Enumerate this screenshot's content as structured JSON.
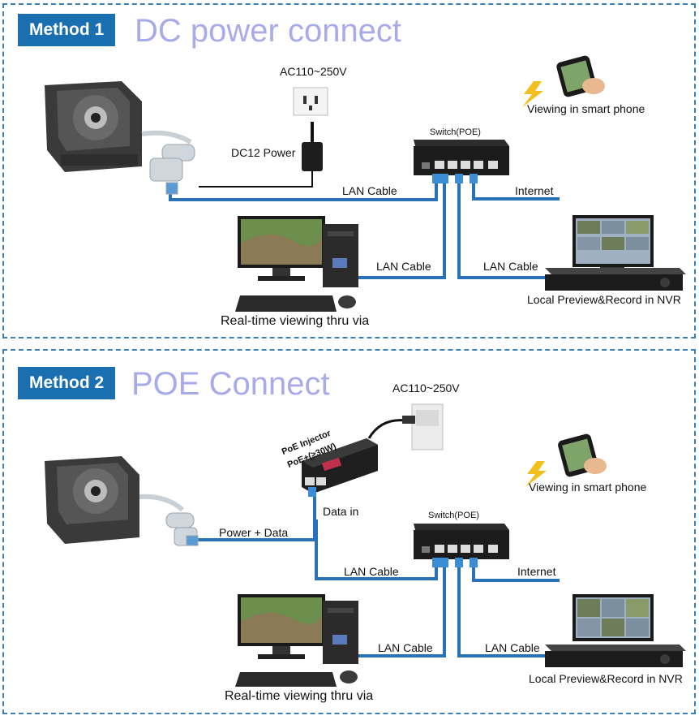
{
  "method1": {
    "badge": "Method 1",
    "title": "DC power connect",
    "ac_label": "AC110~250V",
    "dc_label": "DC12 Power",
    "switch_label": "Switch(POE)",
    "lan_cable_top": "LAN Cable",
    "internet": "Internet",
    "lan_cable_pc": "LAN Cable",
    "lan_cable_nvr": "LAN Cable",
    "phone_caption": "Viewing in smart phone",
    "pc_caption": "Real-time viewing thru via",
    "nvr_caption": "Local Preview&Record in NVR"
  },
  "method2": {
    "badge": "Method 2",
    "title": "POE Connect",
    "ac_label": "AC110~250V",
    "injector_line1": "PoE Injector",
    "injector_line2": "PoE+(≥30W)",
    "data_in": "Data in",
    "power_data": "Power + Data",
    "switch_label": "Switch(POE)",
    "lan_cable_top": "LAN Cable",
    "internet": "Internet",
    "lan_cable_pc": "LAN Cable",
    "lan_cable_nvr": "LAN Cable",
    "phone_caption": "Viewing in smart phone",
    "pc_caption": "Real-time viewing thru via",
    "nvr_caption": "Local Preview&Record in NVR"
  },
  "colors": {
    "accent": "#1a6fb0",
    "heading": "#a8abea",
    "cable": "#2a72b8",
    "border": "#3a7fb5"
  }
}
